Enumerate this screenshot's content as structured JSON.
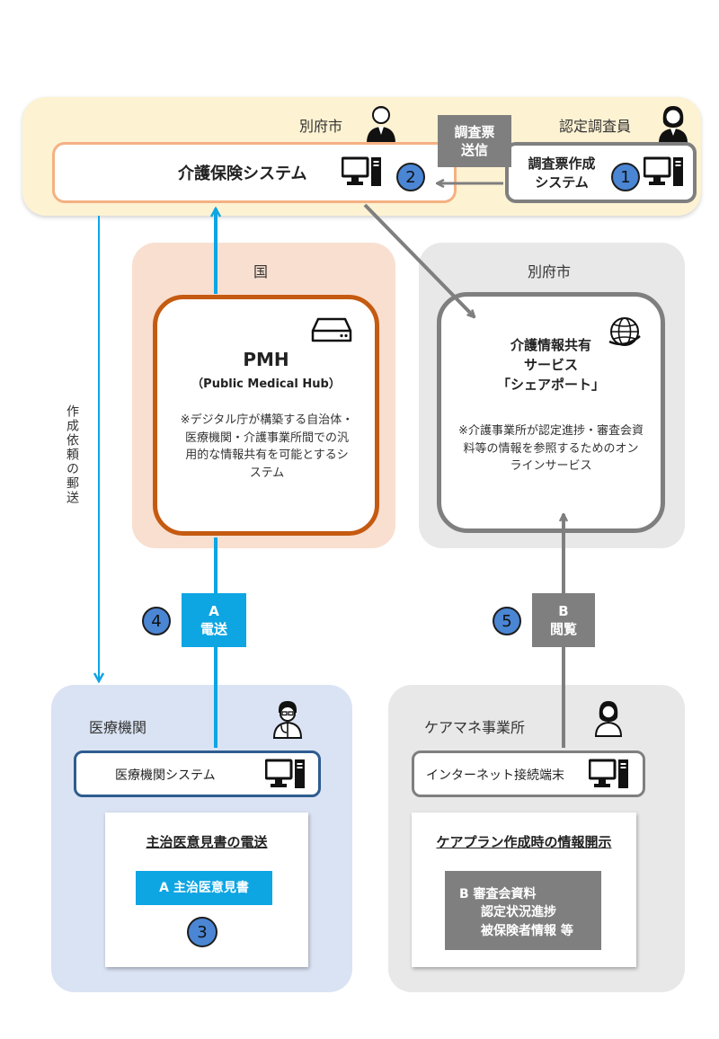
{
  "top": {
    "city_label": "別府市",
    "investigator_label": "認定調査員",
    "insurance_system": "介護保険システム",
    "survey_system_line1": "調査票作成",
    "survey_system_line2": "システム",
    "send_tag_line1": "調査票",
    "send_tag_line2": "送信"
  },
  "national": {
    "label": "国",
    "pmh_title": "PMH",
    "pmh_sub": "（Public Medical Hub）",
    "pmh_note": "※デジタル庁が構築する自治体・医療機関・介護事業所間での汎用的な情報共有を可能とするシステム"
  },
  "city_right": {
    "label": "別府市",
    "share_line1": "介護情報共有",
    "share_line2": "サービス",
    "share_line3": "「シェアポート」",
    "share_note": "※介護事業所が認定進捗・審査会資料等の情報を参照するためのオンラインサービス"
  },
  "mail_label": "作成依頼の郵送",
  "tag_a_line1": "A",
  "tag_a_line2": "電送",
  "tag_b_line1": "B",
  "tag_b_line2": "閲覧",
  "medical": {
    "label": "医療機関",
    "system": "医療機関システム",
    "doc_title": "主治医意見書の電送",
    "doc_item": "A 主治医意見書"
  },
  "care": {
    "label": "ケアマネ事業所",
    "terminal": "インターネット接続端末",
    "doc_title": "ケアプラン作成時の情報開示",
    "item_line1": "B 審査会資料",
    "item_line2": "認定状況進捗",
    "item_line3": "被保険者情報 等"
  },
  "steps": [
    "1",
    "2",
    "3",
    "4",
    "5"
  ],
  "icons": [
    "person-icon",
    "woman-icon",
    "computer-icon",
    "server-icon",
    "globe-icon",
    "doctor-icon"
  ],
  "colors": {
    "blue": "#0ea5e3",
    "gray": "#7f7f7f",
    "orange": "#c55a11",
    "top_bg": "#fdf2d2",
    "national_bg": "#f8dfd0",
    "gray_bg": "#e8e8e8",
    "medical_bg": "#dae3f3",
    "step_fill": "#4a86d4"
  }
}
